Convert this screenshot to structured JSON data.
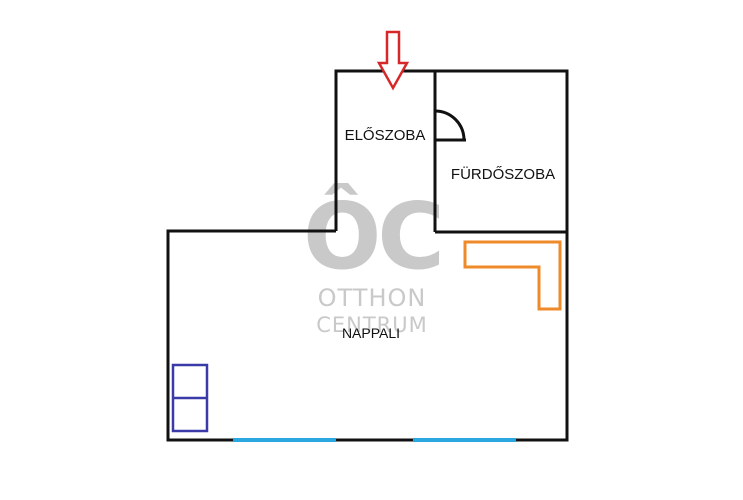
{
  "rooms": {
    "eloszoba": "ELŐSZOBA",
    "furdoszoba": "FÜRDŐSZOBA",
    "nappali": "NAPPALI"
  },
  "watermark": {
    "monogram": "ÔC",
    "line1": "OTTHON",
    "line2": "CENTRUM"
  },
  "colors": {
    "walls": "#111111",
    "entrance_arrow": "#d62828",
    "kitchen_counter": "#ef8a2a",
    "furniture": "#3a3aa8",
    "windows": "#2aa7e0",
    "watermark": "#c9c9c9"
  },
  "icons": {
    "entrance": "entrance-arrow-icon",
    "door": "door-swing-icon"
  }
}
